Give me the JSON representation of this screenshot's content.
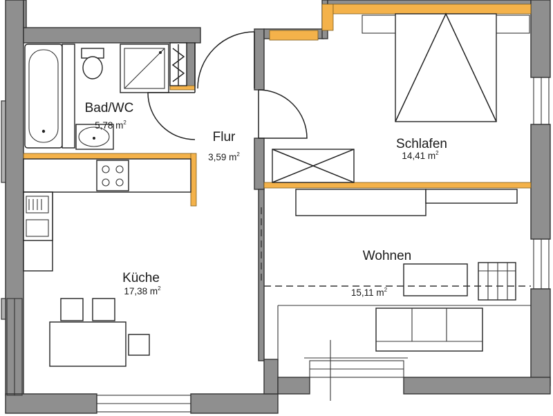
{
  "rooms": {
    "bad": {
      "name": "Bad/WC",
      "area": "5,78 m",
      "unit_exp": "2"
    },
    "flur": {
      "name": "Flur",
      "area": "3,59 m",
      "unit_exp": "2"
    },
    "schlafen": {
      "name": "Schlafen",
      "area": "14,41 m",
      "unit_exp": "2"
    },
    "kueche": {
      "name": "Küche",
      "area": "17,38 m",
      "unit_exp": "2"
    },
    "wohnen": {
      "name": "Wohnen",
      "area": "15,11 m",
      "unit_exp": "2"
    }
  },
  "colors": {
    "wall": "#8f8f8f",
    "insulation": "#f4b24a",
    "background": "#ffffff",
    "line": "#222222"
  }
}
